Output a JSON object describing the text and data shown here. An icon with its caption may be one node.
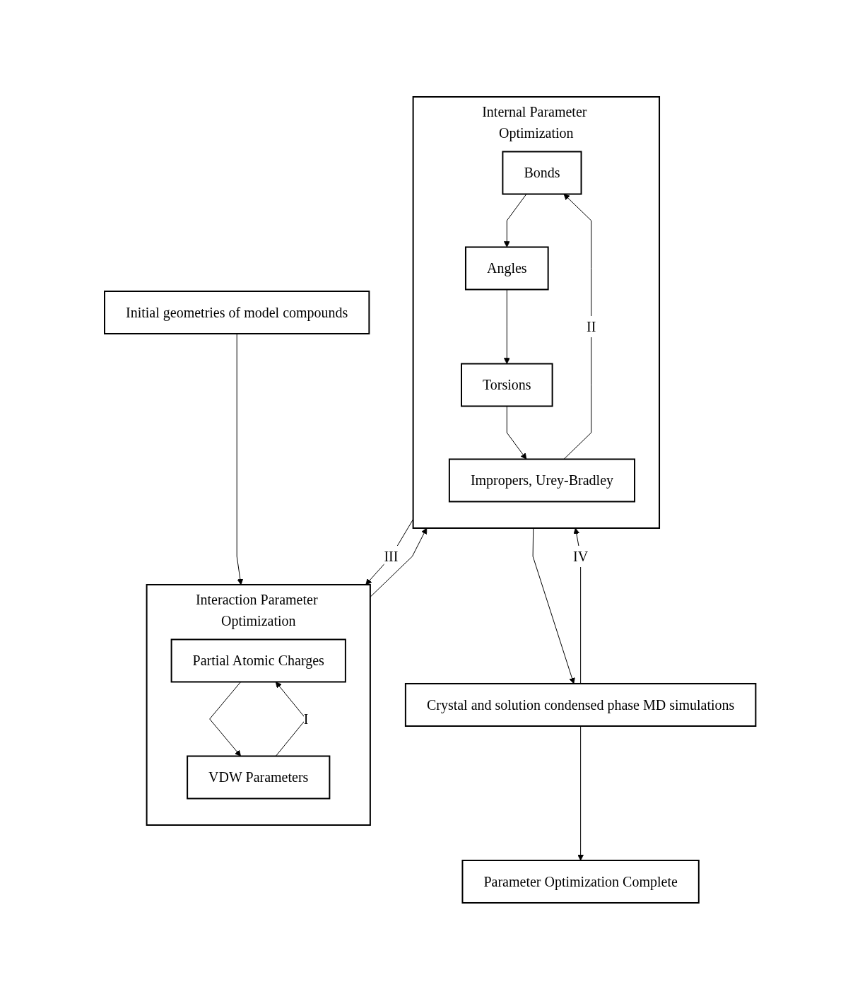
{
  "diagram": {
    "nodes": [
      {
        "text": [
          "Initial geometries of model compounds"
        ]
      },
      {
        "text": [
          "Interaction Parameter Optimization"
        ]
      },
      {
        "text": [
          "Partial Atomic Charges"
        ],
        "in": 1
      },
      {
        "text": [
          "VDW Parameters"
        ],
        "in": 1
      },
      {
        "text": [
          "Internal Parameter Optimization"
        ]
      },
      {
        "text": [
          "Bonds"
        ],
        "in": 4
      },
      {
        "text": [
          "Angles"
        ],
        "in": 4
      },
      {
        "text": [
          "Torsions"
        ],
        "in": 4
      },
      {
        "text": [
          "Impropers, Urey-Bradley"
        ],
        "in": 4
      },
      {
        "text": [
          "Crystal and solution condensed phase MD simulations"
        ]
      },
      {
        "text": [
          "Parameter Optimization Complete"
        ]
      }
    ],
    "edges": [
      {
        "from": 0,
        "to": 1,
        "arrow": "to"
      },
      {
        "from": 2,
        "to": 3,
        "arrow": "to"
      },
      {
        "from": 3,
        "to": 2,
        "arrow": "to",
        "label": "I"
      },
      {
        "from": 1,
        "to": 4,
        "arrow": "to"
      },
      {
        "from": 4,
        "to": 1,
        "arrow": "to",
        "label": "III"
      },
      {
        "from": 5,
        "to": 6,
        "arrow": "to"
      },
      {
        "from": 6,
        "to": 7,
        "arrow": "to"
      },
      {
        "from": 7,
        "to": 8,
        "arrow": "to"
      },
      {
        "from": 8,
        "to": 5,
        "arrow": "to",
        "label": "II"
      },
      {
        "from": 4,
        "to": 9,
        "arrow": "to"
      },
      {
        "from": 9,
        "to": 4,
        "arrow": "to",
        "label": "IV"
      },
      {
        "from": 9,
        "to": 10,
        "arrow": "to"
      }
    ]
  }
}
